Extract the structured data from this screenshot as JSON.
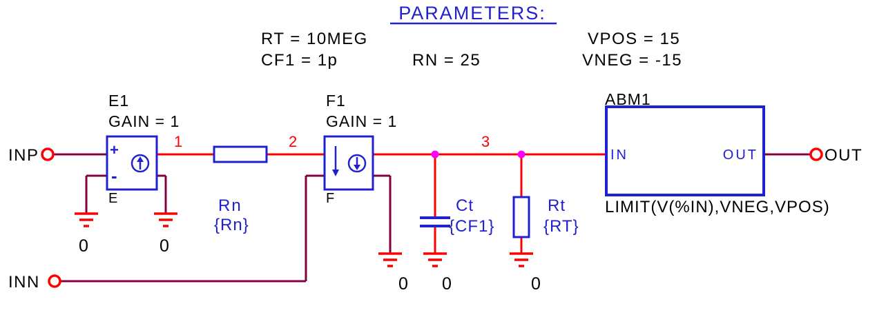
{
  "colors": {
    "component_blue": "#2020d0",
    "wire_maroon": "#800040",
    "highlight_red": "#ff0000",
    "junction_magenta": "#ff00ff",
    "text_black": "#000000",
    "background": "#ffffff"
  },
  "title": {
    "text": "PARAMETERS:"
  },
  "parameters": {
    "rt": "RT = 10MEG",
    "cf1": "CF1 = 1p",
    "rn": "RN = 25",
    "vpos": "VPOS = 15",
    "vneg": "VNEG = -15"
  },
  "ports": {
    "inp": "INP",
    "inn": "INN",
    "out": "OUT"
  },
  "components": {
    "e1": {
      "ref": "E1",
      "gain": "GAIN = 1",
      "letter": "E",
      "plus": "+",
      "minus": "-"
    },
    "f1": {
      "ref": "F1",
      "gain": "GAIN = 1",
      "letter": "F"
    },
    "rn": {
      "ref": "Rn",
      "value": "{Rn}"
    },
    "ct": {
      "ref": "Ct",
      "value": "{CF1}"
    },
    "rt": {
      "ref": "Rt",
      "value": "{RT}"
    },
    "abm1": {
      "ref": "ABM1",
      "expression": "LIMIT(V(%IN),VNEG,VPOS)",
      "pin_in": "IN",
      "pin_out": "OUT"
    }
  },
  "nets": {
    "n1": "1",
    "n2": "2",
    "n3": "3"
  },
  "grounds": {
    "labels": [
      "0",
      "0",
      "0",
      "0",
      "0"
    ]
  }
}
